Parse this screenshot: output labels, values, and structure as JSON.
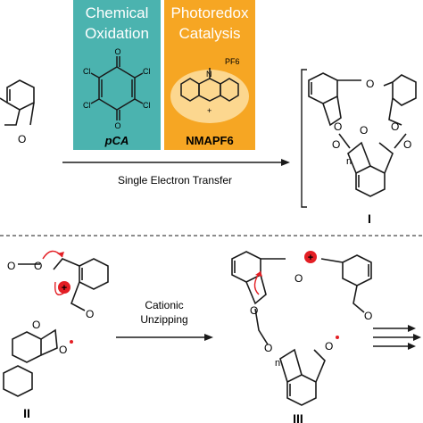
{
  "colors": {
    "teal": "#4BB3AF",
    "orange": "#F6A623",
    "cation": "#E31E24",
    "ink": "#1a1a1a"
  },
  "oxidation_box": {
    "title_line1": "Chemical",
    "title_line2": "Oxidation",
    "reagent": "pCA",
    "substituents": [
      "Cl",
      "Cl",
      "Cl",
      "Cl"
    ],
    "ketone_atom": "O"
  },
  "photoredox_box": {
    "title_line1": "Photoredox",
    "title_line2": "Catalysis",
    "reagent": "NMAPF6",
    "counterion": "PF6",
    "charge": "+",
    "n_atom": "N"
  },
  "top_arrow": {
    "label": "Single Electron Transfer"
  },
  "intermediates": {
    "one": "I",
    "two": "II",
    "three": "III"
  },
  "bottom_arrow": {
    "label_line1": "Cationic",
    "label_line2": "Unzipping"
  },
  "structure_labels": {
    "oxygen": "O",
    "repeat": "n",
    "cation": "+"
  }
}
